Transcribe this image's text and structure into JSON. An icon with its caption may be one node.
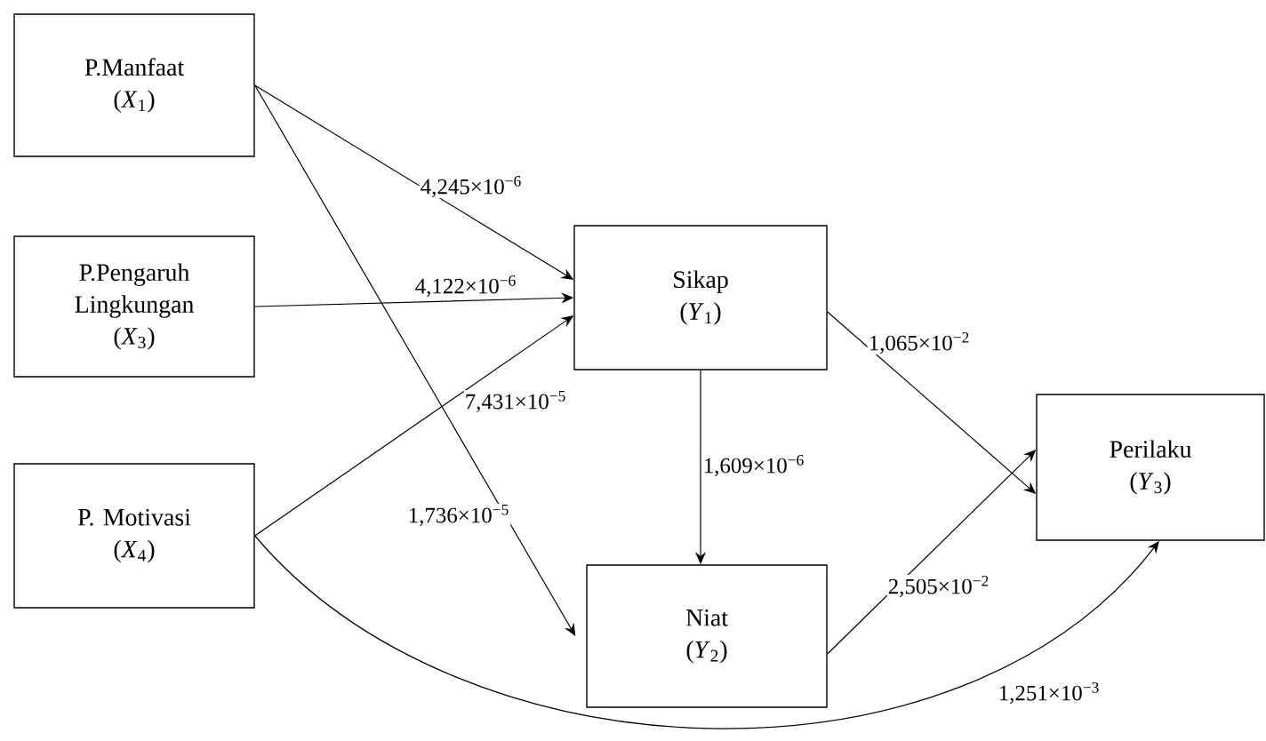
{
  "diagram": {
    "nodes": [
      {
        "text": [
          "P.Manfaat",
          "(*X*$_{1}$)"
        ]
      },
      {
        "text": [
          "P.Pengaruh Lingkungan",
          "(*X*$_{3}$)"
        ]
      },
      {
        "text": [
          "P. Motivasi",
          "(*X*$_{4}$)"
        ]
      },
      {
        "text": [
          "Sikap",
          "(*Y*$_{1}$)"
        ]
      },
      {
        "text": [
          "Niat",
          "(*Y*$_{2}$)"
        ]
      },
      {
        "text": [
          "Perilaku",
          "(*Y*$_{3}$)"
        ]
      }
    ],
    "edges": [
      {
        "from": 0,
        "to": 3,
        "arrow": "to",
        "label": "4,245×10$^{−6}$"
      },
      {
        "from": 1,
        "to": 3,
        "arrow": "to",
        "label": "4,122×10$^{−6}$"
      },
      {
        "from": 2,
        "to": 3,
        "arrow": "to",
        "label": "7,431×10$^{−5}$"
      },
      {
        "from": 0,
        "to": 4,
        "arrow": "to",
        "label": "1,736×10$^{−5}$"
      },
      {
        "from": 3,
        "to": 4,
        "arrow": "to",
        "label": "1,609×10$^{−6}$"
      },
      {
        "from": 3,
        "to": 5,
        "arrow": "to",
        "label": "1,065×10$^{−2}$"
      },
      {
        "from": 4,
        "to": 5,
        "arrow": "to",
        "label": "2,505×10$^{−2}$"
      },
      {
        "from": 2,
        "to": 5,
        "arrow": "to",
        "label": "1,251×10$^{−3}$"
      }
    ]
  }
}
